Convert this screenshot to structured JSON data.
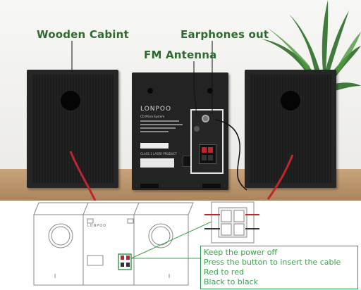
{
  "callouts": {
    "cabinet": "Wooden Cabint",
    "earphones": "Earphones out",
    "antenna": "FM Antenna"
  },
  "rear_panel": {
    "brand": "LONPOO",
    "product_label": "CD Micro System",
    "laser_label": "CLASS 1 LASER PRODUCT"
  },
  "diagram_panel": {
    "brand": "LONPOO"
  },
  "instructions": [
    "Keep the power off",
    "Press the button to insert the cable",
    "Red to red",
    "Black to black"
  ],
  "colors": {
    "callout_text": "#2f6b2f",
    "instruction_text": "#3aa14d",
    "instruction_border": "#2e9b4a",
    "cable_red": "#c0262d",
    "cabinet": "#222222"
  }
}
